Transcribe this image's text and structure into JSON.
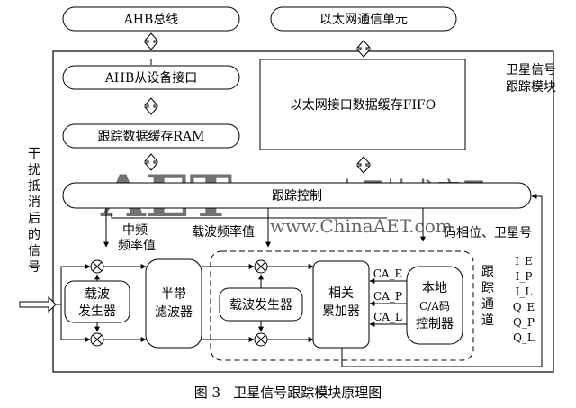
{
  "watermark": {
    "logo": "AET",
    "url": "www.ChinaAET.com",
    "brand": "电子技术应用"
  },
  "blocks": {
    "ahb_bus": "AHB总线",
    "ethernet_unit": "以太网通信单元",
    "ahb_slave": "AHB从设备接口",
    "tracking_ram": "跟踪数据缓存RAM",
    "eth_fifo": "以太网接口数据缓存FIFO",
    "tracking_control": "跟踪控制",
    "module_title": [
      "卫星信号",
      "跟踪模块"
    ],
    "carrier_gen_1": [
      "载波",
      "发生器"
    ],
    "half_band": [
      "半带",
      "滤波器"
    ],
    "carrier_gen_2": "载波发生器",
    "correlator": [
      "相关",
      "累加器"
    ],
    "local_ca": [
      "本地",
      "C/A码",
      "控制器"
    ],
    "tracking_channel": [
      "跟",
      "踪",
      "通",
      "道"
    ]
  },
  "labels": {
    "input_signal": [
      "干",
      "扰",
      "抵",
      "消",
      "后",
      "的",
      "信",
      "号"
    ],
    "if_freq": [
      "中频",
      "频率值"
    ],
    "carrier_freq": "载波频率值",
    "code_phase": "码相位、卫星号",
    "ca_e": "CA_E",
    "ca_p": "CA_P",
    "ca_l": "CA_L",
    "outputs": [
      "I_E",
      "I_P",
      "I_L",
      "Q_E",
      "Q_P",
      "Q_L"
    ]
  },
  "caption": "图 3   卫星信号跟踪模块原理图"
}
